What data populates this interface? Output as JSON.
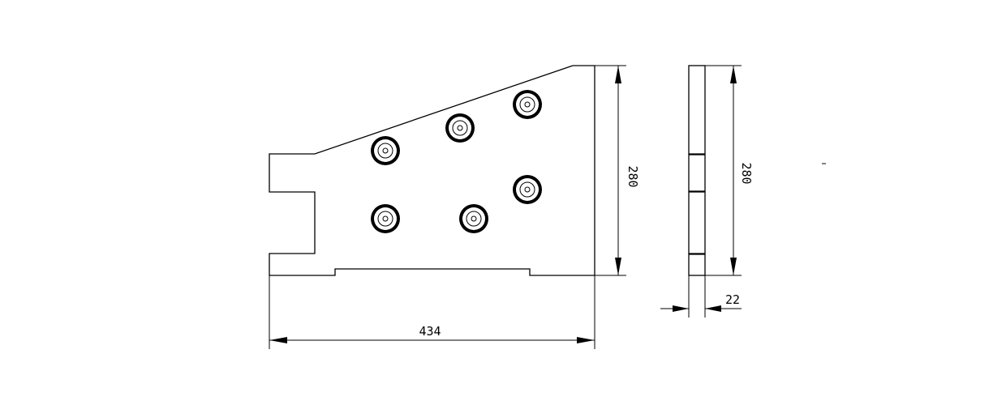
{
  "front_view": {
    "width_label": "434",
    "height_label": "280",
    "hole_count": 6
  },
  "side_view": {
    "height_label": "280",
    "thickness_label": "22"
  },
  "colors": {
    "line": "#000000",
    "background": "#ffffff"
  }
}
